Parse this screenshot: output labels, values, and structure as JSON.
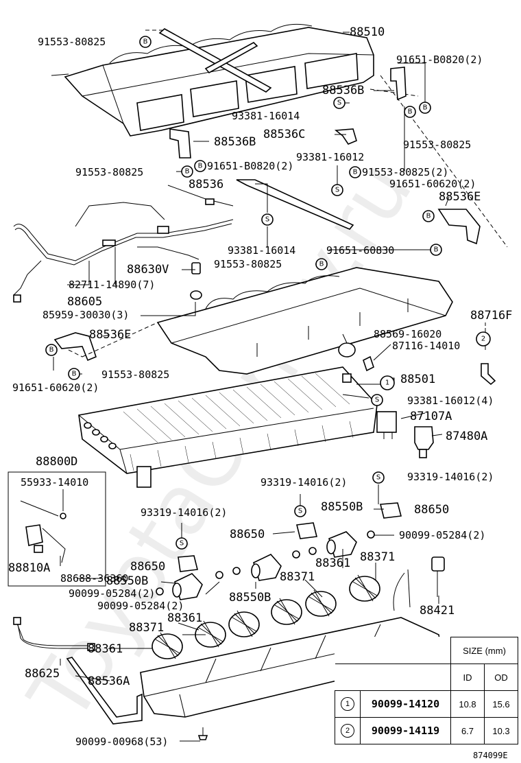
{
  "watermark": "ToyotaCamry.ru",
  "drawing_number": "874099E",
  "size_table": {
    "header": "SIZE (mm)",
    "col_id": "ID",
    "col_od": "OD",
    "rows": [
      {
        "ref": "1",
        "part": "90099-14120",
        "id": "10.8",
        "od": "15.6"
      },
      {
        "ref": "2",
        "part": "90099-14119",
        "id": "6.7",
        "od": "10.3"
      }
    ]
  },
  "symbols": {
    "bolt": "B",
    "screw": "S"
  },
  "labels": [
    "91553-80825",
    "88510",
    "91651-B0820(2)",
    "88536B",
    "93381-16014",
    "88536C",
    "88536B",
    "93381-16012",
    "91553-80825",
    "91553-80825",
    "91651-B0820(2)",
    "91553-80825(2)",
    "91651-60620(2)",
    "88536",
    "88536E",
    "93381-16014",
    "91651-60830",
    "91553-80825",
    "88630V",
    "82711-14890(7)",
    "88605",
    "85959-30030(3)",
    "88716F",
    "88536E",
    "88569-16020",
    "87116-14010",
    "91651-60620(2)",
    "91553-80825",
    "88501",
    "93381-16012(4)",
    "87107A",
    "87480A",
    "88800D",
    "55933-14010",
    "93319-14016(2)",
    "93319-14016(2)",
    "88550B",
    "88650",
    "93319-14016(2)",
    "88650",
    "90099-05284(2)",
    "88810A",
    "88650",
    "88688-36360",
    "88550B",
    "88371",
    "88361",
    "88371",
    "90099-05284(2)",
    "90099-05284(2)",
    "88550B",
    "88421",
    "88371",
    "88361",
    "88361",
    "88625",
    "88536A",
    "90099-00968(53)"
  ]
}
